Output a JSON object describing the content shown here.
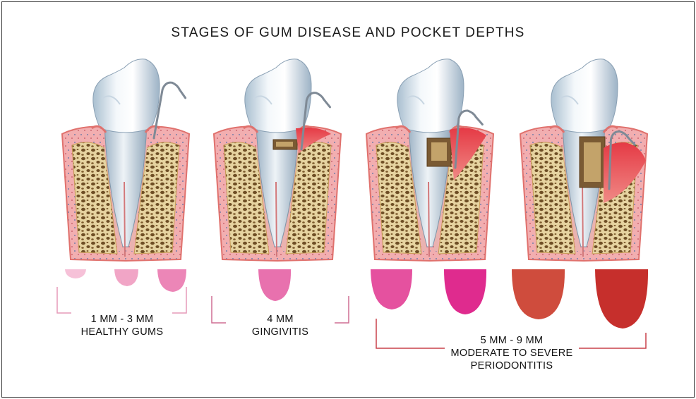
{
  "title": "STAGES OF GUM DISEASE AND POCKET DEPTHS",
  "stages": [
    {
      "depth": "1 MM - 3 MM",
      "name": "HEALTHY GUMS",
      "bracket_color": "#e59ab9"
    },
    {
      "depth": "4 MM",
      "name": "GINGIVITIS",
      "bracket_color": "#cf6e93"
    },
    {
      "depth": "5 MM - 9 MM",
      "name_line1": "MODERATE TO SEVERE",
      "name_line2": "PERIODONTITIS",
      "bracket_color": "#c9414a"
    }
  ],
  "pocket_colors": [
    "#f6c1d8",
    "#f1a5c6",
    "#ec86b7",
    "#e871ae",
    "#e5519f",
    "#df2b8e",
    "#cf4c3d",
    "#c62f2c"
  ],
  "colors": {
    "gum": "#f0a4a0",
    "gum_edge": "#e2706c",
    "bone": "#e4cf9a",
    "inflamed": "#e3404a",
    "probe": "#8c96a2"
  }
}
